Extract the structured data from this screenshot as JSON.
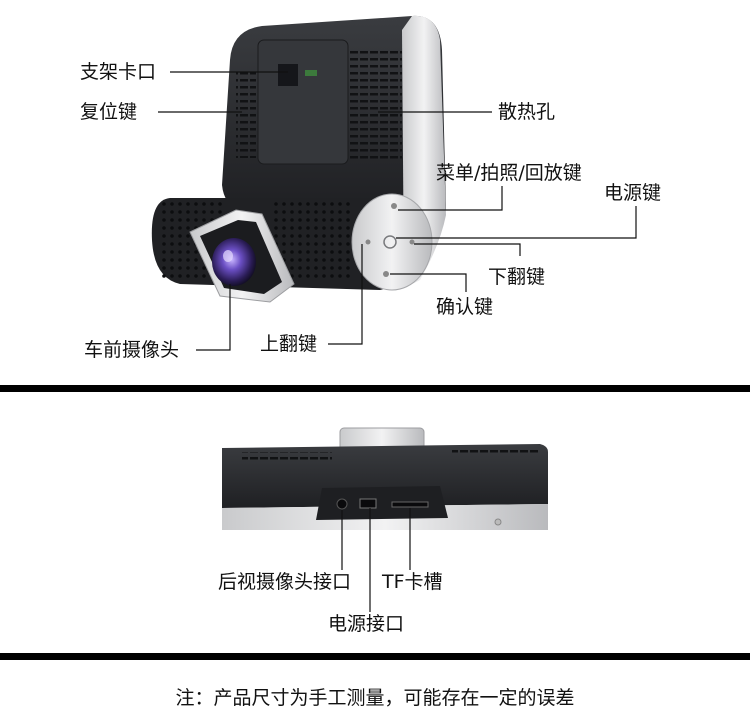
{
  "top_view": {
    "labels": {
      "bracket_slot": "支架卡口",
      "reset_key": "复位键",
      "heat_vents": "散热孔",
      "menu_key": "菜单/拍照/回放键",
      "power_key": "电源键",
      "down_key": "下翻键",
      "ok_key": "确认键",
      "front_camera": "车前摄像头",
      "up_key": "上翻键"
    }
  },
  "bottom_view": {
    "labels": {
      "rear_camera_port": "后视摄像头接口",
      "tf_slot": "TF卡槽",
      "power_port": "电源接口"
    }
  },
  "footer": {
    "note": "注：产品尺寸为手工测量，可能存在一定的误差"
  },
  "colors": {
    "body_dark": "#2b2d30",
    "body_silver": "#d9dadc",
    "lens_purple": "#5b3fa8",
    "divider": "#000000"
  }
}
